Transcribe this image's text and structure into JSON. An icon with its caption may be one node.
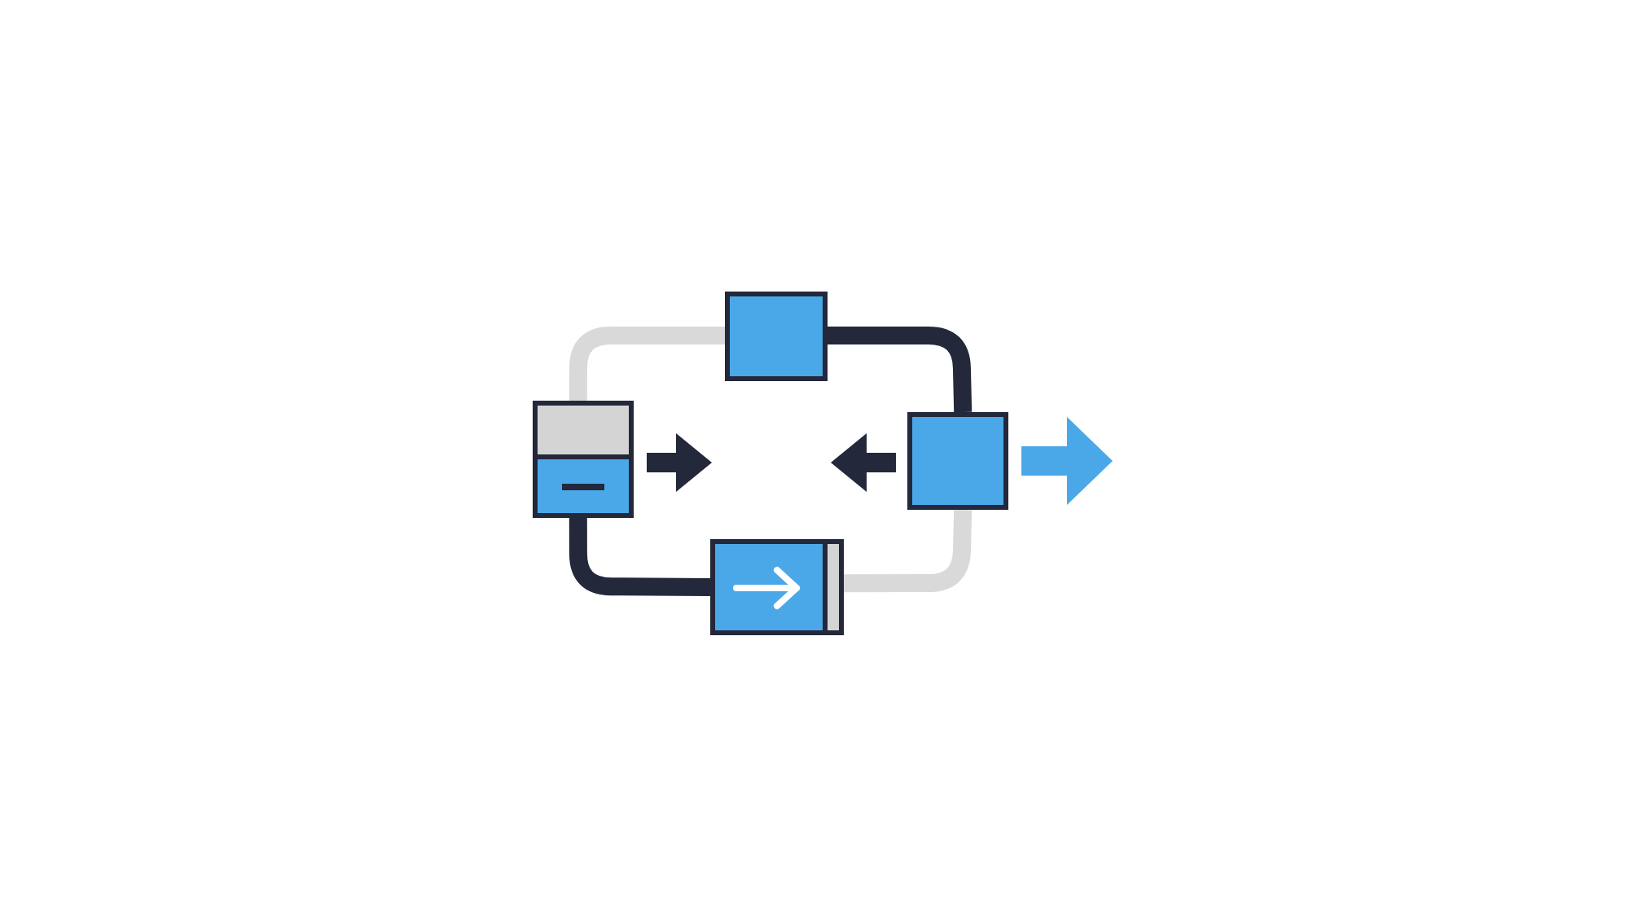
{
  "diagram": {
    "nodes": [
      {
        "text": [],
        "shape": "box"
      },
      {
        "text": [],
        "shape": "box"
      },
      {
        "text": [],
        "shape": "box"
      },
      {
        "text": [],
        "shape": "box"
      }
    ],
    "edges": [
      {
        "from": 0,
        "to": 1,
        "arrow": "none",
        "color": "#d9d9d9"
      },
      {
        "from": 1,
        "to": 2,
        "arrow": "none",
        "color": "#23283a"
      },
      {
        "from": 2,
        "to": 3,
        "arrow": "none",
        "color": "#d9d9d9"
      },
      {
        "from": 3,
        "to": 0,
        "arrow": "none",
        "color": "#23283a"
      }
    ]
  }
}
